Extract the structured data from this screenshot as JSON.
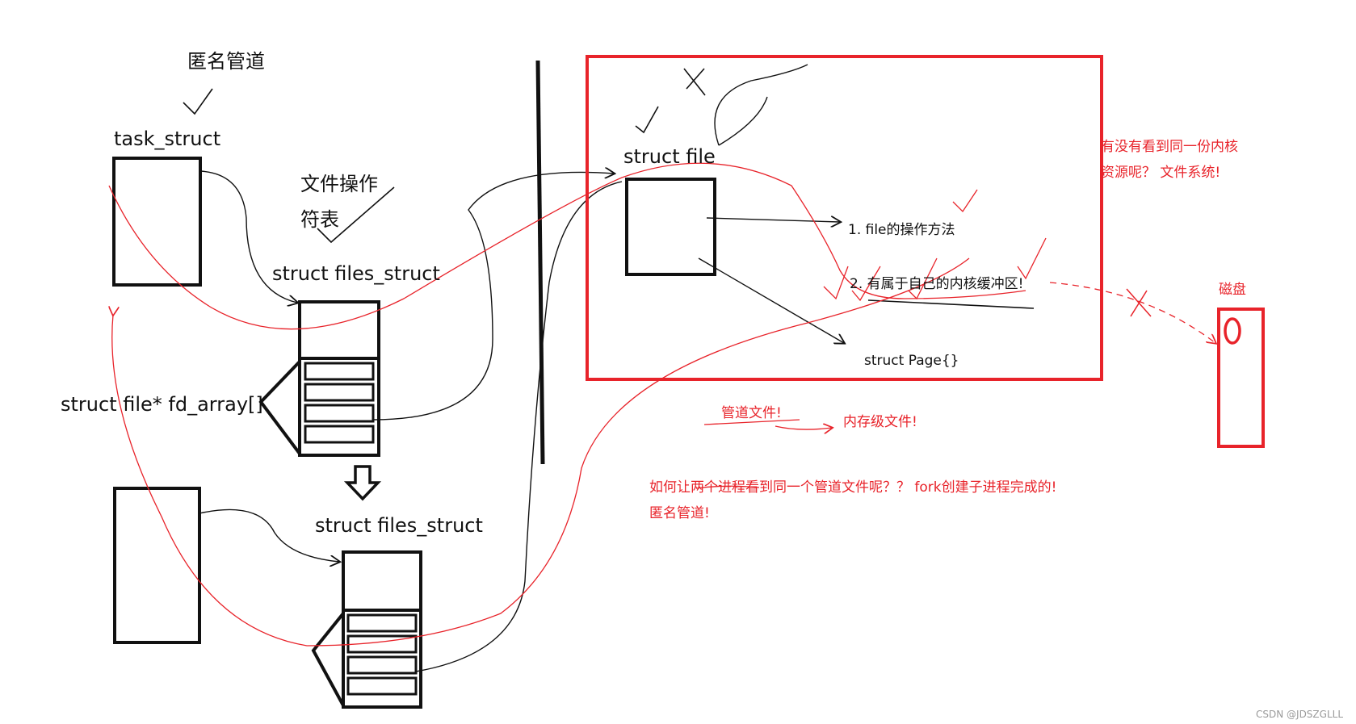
{
  "labels": {
    "anon_pipe_top": "匿名管道",
    "task_struct": "task_struct",
    "fd_table": "文件操作\n符表",
    "files_struct_1": "struct files_struct",
    "fd_array": "struct file* fd_array[]",
    "files_struct_2": "struct files_struct",
    "struct_file": "struct file",
    "file_ops": "1. file的操作方法",
    "own_buffer": "2. 有属于自己的内核缓冲区!",
    "struct_page": "struct Page{}",
    "disk": "磁盘"
  },
  "notes": {
    "same_resource_1": "有没有看到同一份内核",
    "same_resource_2": "资源呢？ 文件系统!",
    "pipe_file": "管道文件!",
    "mem_file": "内存级文件!",
    "question": "如何让两个进程看到同一个管道文件呢？？ fork创建子进程完成的!",
    "anon_pipe_bottom": "匿名管道!"
  },
  "watermark": "CSDN @JDSZGLLL",
  "colors": {
    "ink": "#111111",
    "red": "#e8232a"
  }
}
